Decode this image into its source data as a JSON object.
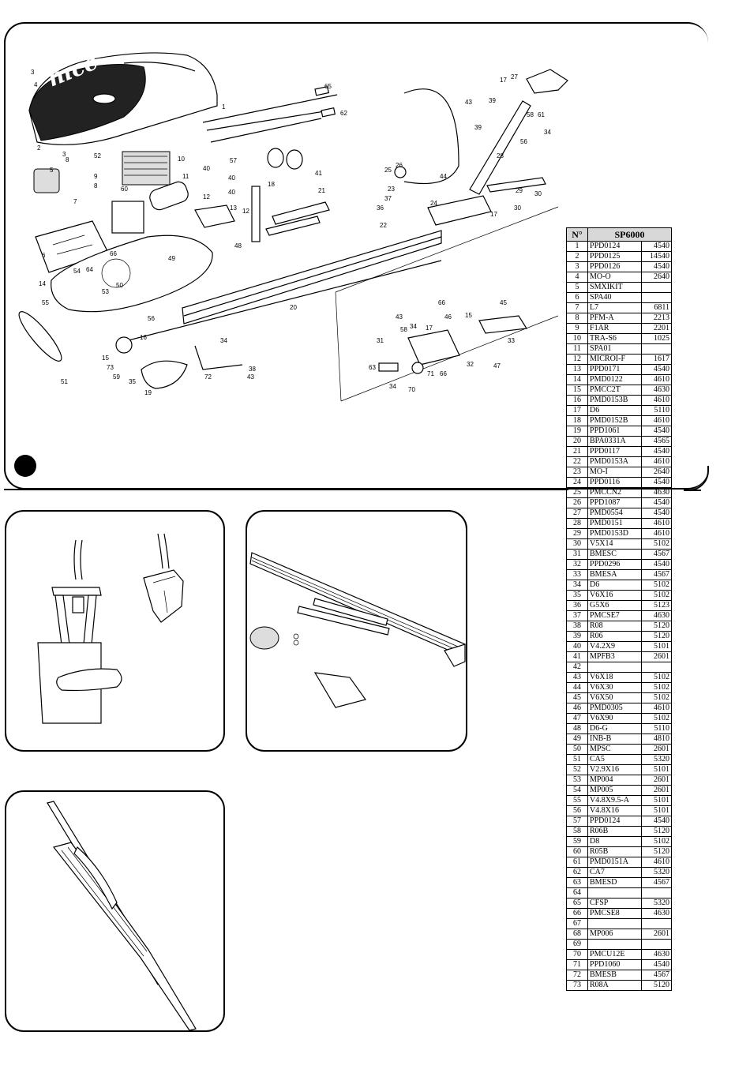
{
  "diagram": {
    "logo_text": "nice",
    "callouts": [
      "3",
      "4",
      "2",
      "3",
      "8",
      "52",
      "5",
      "9",
      "8",
      "7",
      "6",
      "60",
      "10",
      "11",
      "12",
      "40",
      "12",
      "13",
      "57",
      "40",
      "40",
      "65",
      "62",
      "1",
      "18",
      "21",
      "41",
      "49",
      "48",
      "50",
      "64",
      "14",
      "54",
      "53",
      "56",
      "55",
      "66",
      "20",
      "51",
      "15",
      "73",
      "59",
      "35",
      "19",
      "72",
      "34",
      "38",
      "43",
      "16",
      "25",
      "23",
      "26",
      "37",
      "36",
      "22",
      "24",
      "44",
      "17",
      "27",
      "43",
      "39",
      "39",
      "58",
      "56",
      "61",
      "34",
      "28",
      "29",
      "30",
      "17",
      "30",
      "66",
      "46",
      "43",
      "58",
      "34",
      "17",
      "45",
      "31",
      "15",
      "33",
      "63",
      "34",
      "70",
      "71",
      "66",
      "32",
      "47"
    ]
  },
  "table": {
    "header": {
      "no": "N°",
      "title": "SP6000"
    },
    "rows": [
      {
        "no": "1",
        "code": "PPD0124",
        "group": "4540"
      },
      {
        "no": "2",
        "code": "PPD0125",
        "group": "14540"
      },
      {
        "no": "3",
        "code": "PPD0126",
        "group": "4540"
      },
      {
        "no": "4",
        "code": "MO-O",
        "group": "2640"
      },
      {
        "no": "5",
        "code": "SMXIKIT",
        "group": ""
      },
      {
        "no": "6",
        "code": "SPA40",
        "group": ""
      },
      {
        "no": "7",
        "code": "L7",
        "group": "6811"
      },
      {
        "no": "8",
        "code": "PFM-A",
        "group": "2213"
      },
      {
        "no": "9",
        "code": "F1AR",
        "group": "2201"
      },
      {
        "no": "10",
        "code": "TRA-S6",
        "group": "1025"
      },
      {
        "no": "11",
        "code": "SPA01",
        "group": ""
      },
      {
        "no": "12",
        "code": "MICROI-F",
        "group": "1617"
      },
      {
        "no": "13",
        "code": "PPD0171",
        "group": "4540"
      },
      {
        "no": "14",
        "code": "PMD0122",
        "group": "4610"
      },
      {
        "no": "15",
        "code": "PMCC2T",
        "group": "4630"
      },
      {
        "no": "16",
        "code": "PMD0153B",
        "group": "4610"
      },
      {
        "no": "17",
        "code": "D6",
        "group": "5110"
      },
      {
        "no": "18",
        "code": "PMD0152B",
        "group": "4610"
      },
      {
        "no": "19",
        "code": "PPD1061",
        "group": "4540"
      },
      {
        "no": "20",
        "code": "BPA0331A",
        "group": "4565"
      },
      {
        "no": "21",
        "code": "PPD0117",
        "group": "4540"
      },
      {
        "no": "22",
        "code": "PMD0153A",
        "group": "4610"
      },
      {
        "no": "23",
        "code": "MO-I",
        "group": "2640"
      },
      {
        "no": "24",
        "code": "PPD0116",
        "group": "4540"
      },
      {
        "no": "25",
        "code": "PMCCN2",
        "group": "4630"
      },
      {
        "no": "26",
        "code": "PPD1087",
        "group": "4540"
      },
      {
        "no": "27",
        "code": "PMD0554",
        "group": "4540"
      },
      {
        "no": "28",
        "code": "PMD0151",
        "group": "4610"
      },
      {
        "no": "29",
        "code": "PMD0153D",
        "group": "4610"
      },
      {
        "no": "30",
        "code": "V5X14",
        "group": "5102"
      },
      {
        "no": "31",
        "code": "BMESC",
        "group": "4567"
      },
      {
        "no": "32",
        "code": "PPD0296",
        "group": "4540"
      },
      {
        "no": "33",
        "code": "BMESA",
        "group": "4567"
      },
      {
        "no": "34",
        "code": "D6",
        "group": "5102"
      },
      {
        "no": "35",
        "code": "V6X16",
        "group": "5102"
      },
      {
        "no": "36",
        "code": "G5X6",
        "group": "5123"
      },
      {
        "no": "37",
        "code": "PMCSE7",
        "group": "4630"
      },
      {
        "no": "38",
        "code": "R08",
        "group": "5120"
      },
      {
        "no": "39",
        "code": "R06",
        "group": "5120"
      },
      {
        "no": "40",
        "code": "V4.2X9",
        "group": "5101"
      },
      {
        "no": "41",
        "code": "MPFB3",
        "group": "2601"
      },
      {
        "no": "42",
        "code": "",
        "group": ""
      },
      {
        "no": "43",
        "code": "V6X18",
        "group": "5102"
      },
      {
        "no": "44",
        "code": "V6X30",
        "group": "5102"
      },
      {
        "no": "45",
        "code": "V6X50",
        "group": "5102"
      },
      {
        "no": "46",
        "code": "PMD0305",
        "group": "4610"
      },
      {
        "no": "47",
        "code": "V6X90",
        "group": "5102"
      },
      {
        "no": "48",
        "code": "D6-G",
        "group": "5110"
      },
      {
        "no": "49",
        "code": "INB-B",
        "group": "4810"
      },
      {
        "no": "50",
        "code": "MPSC",
        "group": "2601"
      },
      {
        "no": "51",
        "code": "CA5",
        "group": "5320"
      },
      {
        "no": "52",
        "code": "V2.9X16",
        "group": "5101"
      },
      {
        "no": "53",
        "code": "MP004",
        "group": "2601"
      },
      {
        "no": "54",
        "code": "MP005",
        "group": "2601"
      },
      {
        "no": "55",
        "code": "V4.8X9.5-A",
        "group": "5101"
      },
      {
        "no": "56",
        "code": "V4.8X16",
        "group": "5101"
      },
      {
        "no": "57",
        "code": "PPD0124",
        "group": "4540"
      },
      {
        "no": "58",
        "code": "R06B",
        "group": "5120"
      },
      {
        "no": "59",
        "code": "D8",
        "group": "5102"
      },
      {
        "no": "60",
        "code": "R05B",
        "group": "5120"
      },
      {
        "no": "61",
        "code": "PMD0151A",
        "group": "4610"
      },
      {
        "no": "62",
        "code": "CA7",
        "group": "5320"
      },
      {
        "no": "63",
        "code": "BMESD",
        "group": "4567"
      },
      {
        "no": "64",
        "code": "",
        "group": ""
      },
      {
        "no": "65",
        "code": "CFSP",
        "group": "5320"
      },
      {
        "no": "66",
        "code": "PMCSE8",
        "group": "4630"
      },
      {
        "no": "67",
        "code": "",
        "group": ""
      },
      {
        "no": "68",
        "code": "MP006",
        "group": "2601"
      },
      {
        "no": "69",
        "code": "",
        "group": ""
      },
      {
        "no": "70",
        "code": "PMCU12E",
        "group": "4630"
      },
      {
        "no": "71",
        "code": "PPD1060",
        "group": "4540"
      },
      {
        "no": "72",
        "code": "BMESB",
        "group": "4567"
      },
      {
        "no": "73",
        "code": "R08A",
        "group": "5120"
      }
    ]
  }
}
